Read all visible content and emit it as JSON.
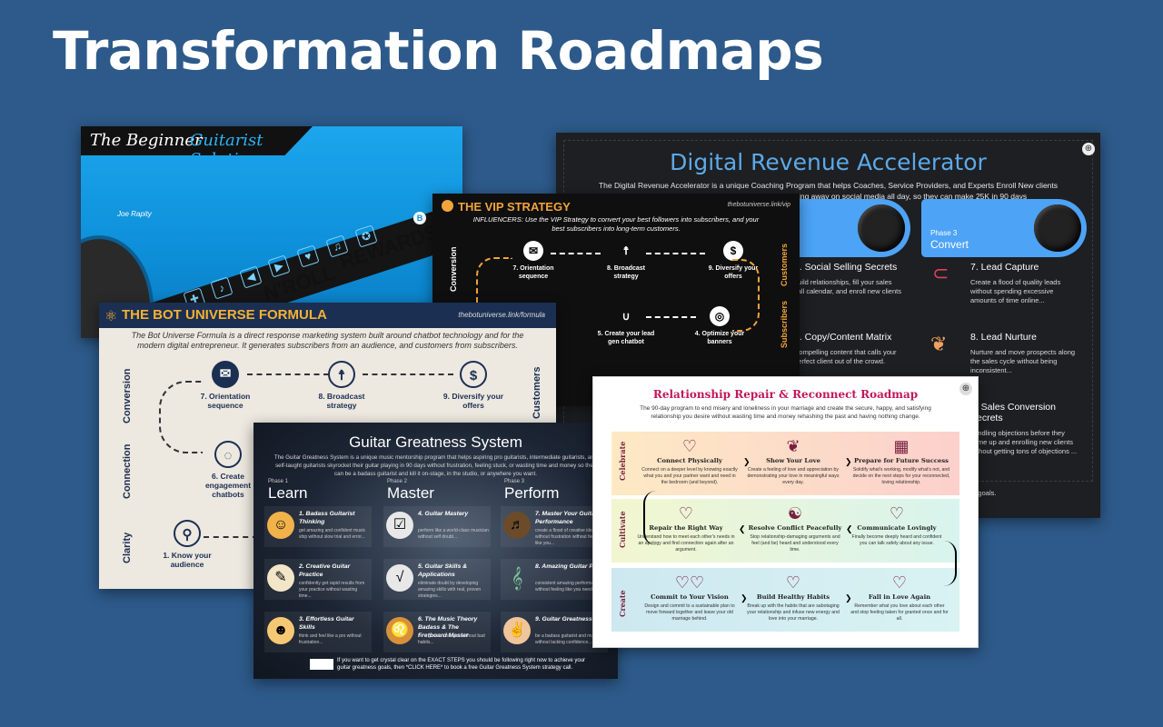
{
  "page_title": "Transformation Roadmaps",
  "dra": {
    "title": "Digital Revenue Accelerator",
    "description": "The Digital Revenue Accelerator is a unique Coaching Program that helps Coaches, Service Providers, and Experts Enroll New clients without trying to figure it out on their own, or hanging away on social media all day, so they can make 25K in 90 days",
    "phase_label": "Phase 3",
    "phase_name": "Convert",
    "items": [
      {
        "title": "4. Social Selling Secrets",
        "body": "build relationships, fill your sales call calendar, and enroll new clients"
      },
      {
        "title": "5. Copy/Content Matrix",
        "body": "Compelling content that calls your perfect client out of the crowd."
      },
      {
        "title": "7. Lead Capture",
        "body": "Create a flood of quality leads without spending excessive amounts of time online..."
      },
      {
        "title": "8. Lead Nurture",
        "body": "Nurture and move prospects along the sales cycle without being inconsistent..."
      },
      {
        "title": "9. Sales Conversion Secrets",
        "body": "handling objections before they come up and enrolling new clients without getting tons of objections ..."
      }
    ],
    "footer": "ue goals."
  },
  "bgs": {
    "title_a": "The Beginner",
    "title_b": "Guitarist Solution",
    "signature": "Joe Rapity",
    "words": [
      "N'ROLL",
      "REWARDS",
      "CK"
    ]
  },
  "vip": {
    "title": "THE VIP STRATEGY",
    "url": "thebotuniverse.link/vip",
    "description": "INFLUENCERS: Use the VIP Strategy to convert your best followers into subscribers, and your best subscribers into long-term customers.",
    "nodes": [
      "7. Orientation sequence",
      "8. Broadcast strategy",
      "9. Diversify your offers",
      "5. Create your lead gen chatbot",
      "4. Optimize your banners"
    ],
    "side_labels": [
      "Conversion",
      "Customers",
      "Subscribers"
    ]
  },
  "bot": {
    "title": "THE BOT UNIVERSE FORMULA",
    "url": "thebotuniverse.link/formula",
    "description": "The Bot Universe Formula is a direct response marketing system built around chatbot technology and for the modern digital entrepreneur.  It generates subscribers from an audience, and customers from subscribers.",
    "rows": [
      "Conversion",
      "Connection",
      "Clarity"
    ],
    "right_label": "Customers",
    "nodes": [
      "7. Orientation sequence",
      "8. Broadcast strategy",
      "9. Diversify your offers",
      "6. Create engagement chatbots",
      "1. Know your audience"
    ]
  },
  "ggs": {
    "title": "Guitar Greatness System",
    "description": "The Guitar Greatness System is a unique music mentorship program that helps aspiring pro guitarists, intermediate guitarists, and self-taught guitarists skyrocket their guitar playing in 90 days without frustration, feeling stuck, or wasting time and money so they can be a badass guitarist and kill it on-stage, in the studio, or anywhere you want.",
    "phases": [
      {
        "label": "Phase 1",
        "name": "Learn"
      },
      {
        "label": "Phase 2",
        "name": "Master"
      },
      {
        "label": "Phase 3",
        "name": "Perform"
      }
    ],
    "items": [
      {
        "title": "1. Badass Guitarist Thinking",
        "body": "get amazing and confident music ship without slow trial and error..."
      },
      {
        "title": "2. Creative Guitar Practice",
        "body": "confidently get rapid results from your practice without wasting time..."
      },
      {
        "title": "3. Effortless Guitar Skills",
        "body": "think and feel like a pro without frustration..."
      },
      {
        "title": "4. Guitar Mastery",
        "body": "perform like a world-class musician without self doubt..."
      },
      {
        "title": "5. Guitar Skills & Applications",
        "body": "eliminate doubt by developing amazing skills with real, proven strategies..."
      },
      {
        "title": "6. The Music Theory Badass & The Fretboard Master",
        "body": "be a great music gen without bad habits..."
      },
      {
        "title": "7. Master Your Guitar Performance",
        "body": "create a flood of creative ideas without frustration without feeling like you..."
      },
      {
        "title": "8. Amazing Guitar Play",
        "body": "consistent amazing performances without feeling like you need..."
      },
      {
        "title": "9. Guitar Greatness",
        "body": "be a badass guitarist and musician without lacking confidence..."
      }
    ],
    "footer": "If you want to get crystal clear on the EXACT STEPS you should be following right now to achieve your guitar greatness goals, then *CLICK HERE* to book a free Guitar Greatness System strategy call."
  },
  "rrr": {
    "title": "Relationship Repair & Reconnect Roadmap",
    "description": "The 90-day program to end misery and loneliness in your marriage and create the secure, happy, and satisfying relationship you desire without wasting time and money rehashing the past and having nothing change.",
    "bands": [
      {
        "label": "Celebrate",
        "color": "#fde2c8",
        "steps": [
          {
            "icon": "♡",
            "title": "Connect Physically",
            "body": "Connect on a deeper level by knowing exactly what you and your partner want and need in the bedroom (and beyond)."
          },
          {
            "icon": "❦",
            "title": "Show Your Love",
            "body": "Create a feeling of love and appreciation by demonstrating your love in meaningful ways every day."
          },
          {
            "icon": "▦",
            "title": "Prepare for Future Success",
            "body": "Solidify what's working, modify what's not, and decide on the next steps for your reconnected, loving relationship."
          }
        ]
      },
      {
        "label": "Cultivate",
        "color": "#e3f5e0",
        "steps": [
          {
            "icon": "♡",
            "title": "Repair the Right Way",
            "body": "Understand how to meet each other's needs in an apology and find connection again after an argument."
          },
          {
            "icon": "☯",
            "title": "Resolve Conflict Peacefully",
            "body": "Stop relationship-damaging arguments and feel (and be) heard and understood every time."
          },
          {
            "icon": "♡",
            "title": "Communicate Lovingly",
            "body": "Finally become deeply heard and confident you can talk safely about any issue."
          }
        ]
      },
      {
        "label": "Create",
        "color": "#d6eef3",
        "steps": [
          {
            "icon": "♡♡",
            "title": "Commit to Your Vision",
            "body": "Design and commit to a sustainable plan to move forward together and leave your old marriage behind."
          },
          {
            "icon": "♡",
            "title": "Build Healthy Habits",
            "body": "Break up with the habits that are sabotaging your relationship and infuse new energy and love into your marriage."
          },
          {
            "icon": "♡",
            "title": "Fall in Love Again",
            "body": "Remember what you love about each other and stop feeling taken for granted once and for all."
          }
        ]
      }
    ]
  }
}
